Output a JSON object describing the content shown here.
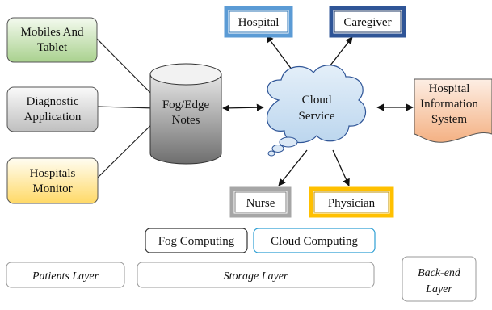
{
  "sources": {
    "mobiles": {
      "lines": [
        "Mobiles And",
        "Tablet"
      ],
      "color": "#c6e0b4"
    },
    "diagnostic": {
      "lines": [
        "Diagnostic",
        "Application"
      ],
      "color": "#d9d9d9"
    },
    "hospitals_monitor": {
      "lines": [
        "Hospitals",
        "Monitor"
      ],
      "color": "#ffe699"
    }
  },
  "fog_node": {
    "lines": [
      "Fog/Edge",
      "Notes"
    ]
  },
  "cloud": {
    "lines": [
      "Cloud",
      "Service"
    ],
    "color": "#bdd7ee"
  },
  "endpoints": {
    "hospital": "Hospital",
    "caregiver": "Caregiver",
    "nurse": "Nurse",
    "physician": "Physician"
  },
  "his": {
    "lines": [
      "Hospital",
      "Information",
      "System"
    ],
    "color": "#f8cbad"
  },
  "legend": {
    "fog": "Fog Computing",
    "cloud": "Cloud Computing"
  },
  "layers": {
    "patients": "Patients Layer",
    "storage": "Storage Layer",
    "backend": [
      "Back-end",
      "Layer"
    ]
  }
}
